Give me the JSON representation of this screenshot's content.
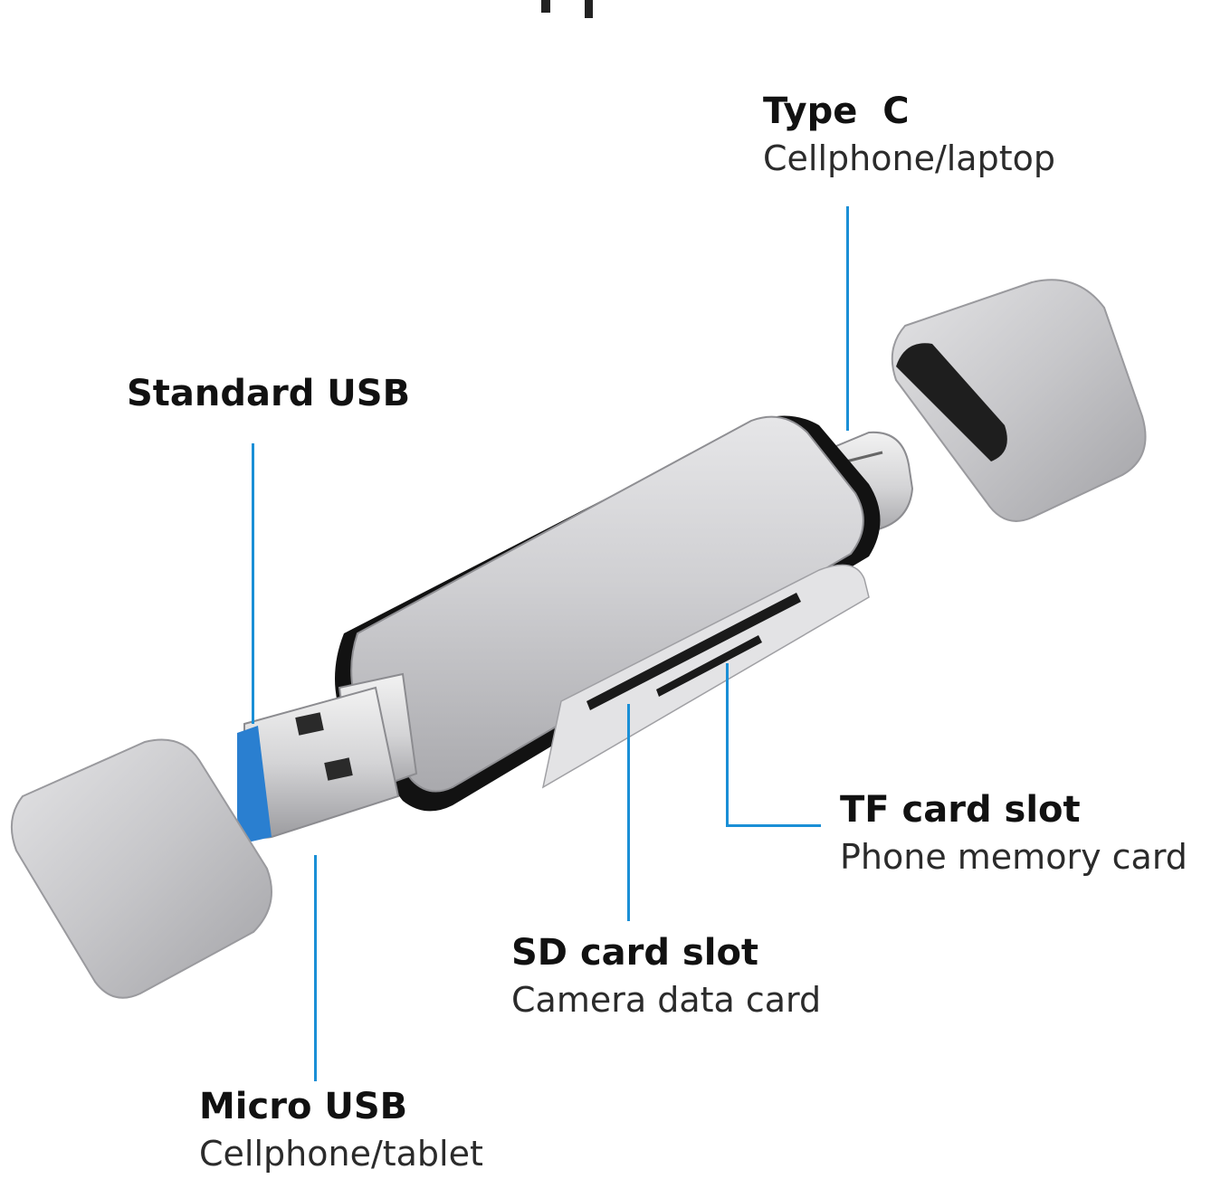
{
  "callouts": {
    "type_c": {
      "title": "Type  C",
      "subtitle": "Cellphone/laptop"
    },
    "standard_usb": {
      "title": "Standard USB"
    },
    "tf_card": {
      "title": "TF card slot",
      "subtitle": "Phone memory card"
    },
    "sd_card": {
      "title": "SD card slot",
      "subtitle": "Camera data card"
    },
    "micro_usb": {
      "title": "Micro USB",
      "subtitle": "Cellphone/tablet"
    }
  },
  "colors": {
    "leader_line": "#1a8fd6",
    "body_silver": "#c9c9cb",
    "usb_blue": "#2a7fd0",
    "text": "#111111"
  }
}
